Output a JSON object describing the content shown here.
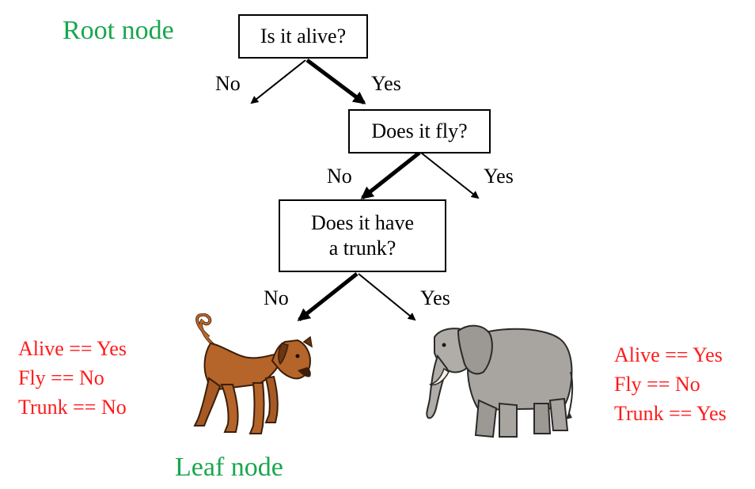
{
  "root_caption": "Root node",
  "leaf_caption": "Leaf node",
  "nodes": {
    "q1": "Is it alive?",
    "q2": "Does it fly?",
    "q3_line1": "Does it have",
    "q3_line2": "a trunk?"
  },
  "edges": {
    "q1_no": "No",
    "q1_yes": "Yes",
    "q2_no": "No",
    "q2_yes": "Yes",
    "q3_no": "No",
    "q3_yes": "Yes"
  },
  "dog_rules": [
    "Alive == Yes",
    "Fly == No",
    "Trunk == No"
  ],
  "elephant_rules": [
    "Alive == Yes",
    "Fly == No",
    "Trunk == Yes"
  ],
  "colors": {
    "caption": "#1aa64e",
    "rules": "#ff1a1a"
  },
  "icons": {
    "dog": "dog-illustration",
    "elephant": "elephant-illustration"
  }
}
